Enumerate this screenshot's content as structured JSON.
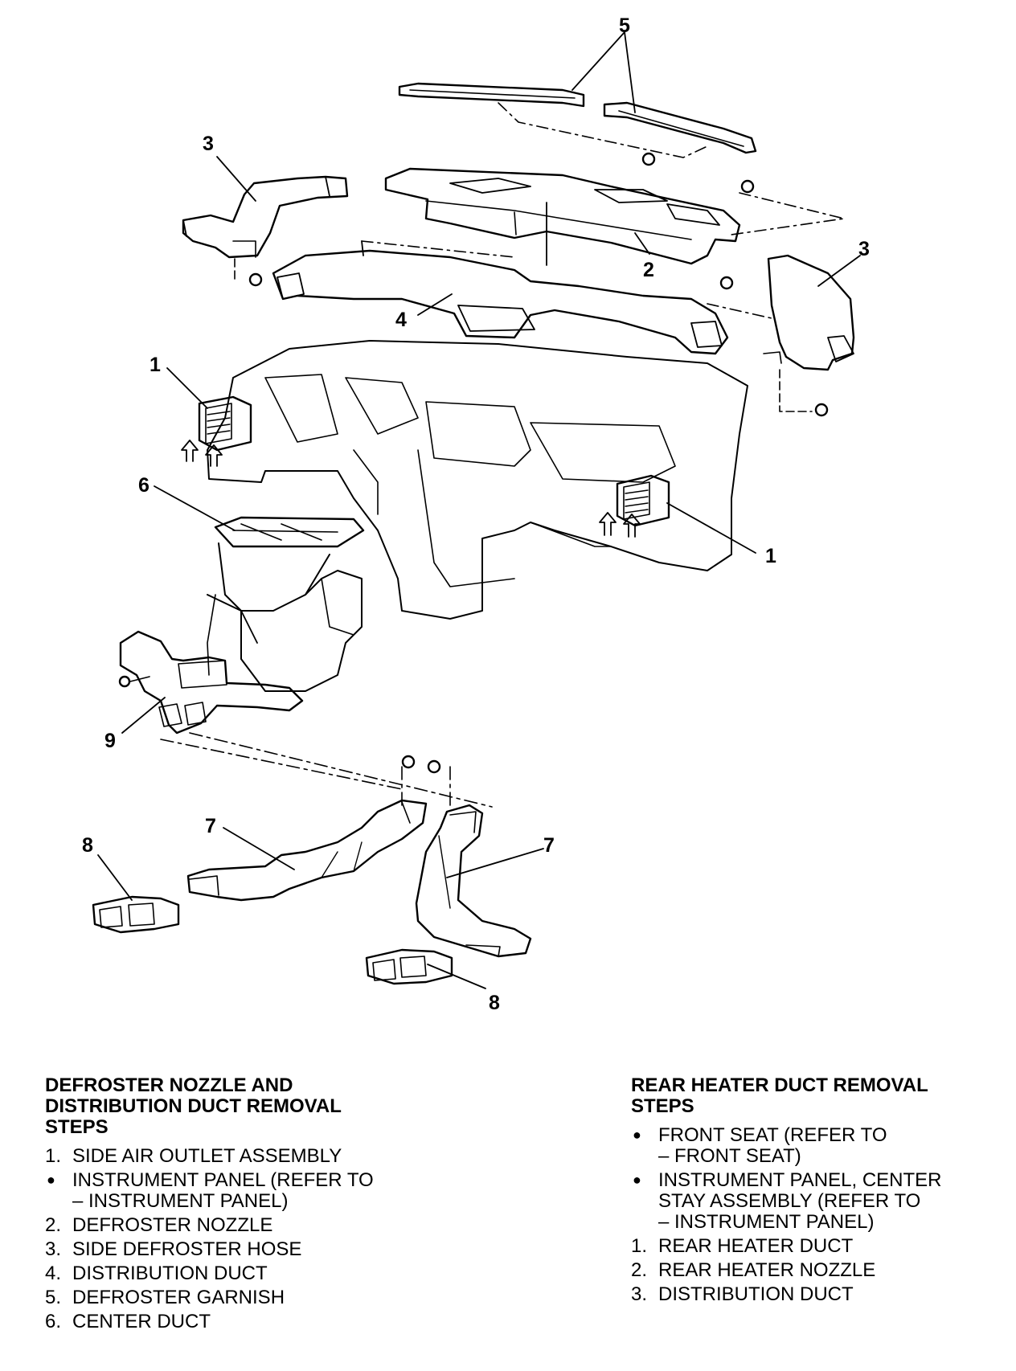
{
  "callouts": [
    {
      "id": "c5",
      "label": "5"
    },
    {
      "id": "c3a",
      "label": "3"
    },
    {
      "id": "c3b",
      "label": "3"
    },
    {
      "id": "c2",
      "label": "2"
    },
    {
      "id": "c4",
      "label": "4"
    },
    {
      "id": "c1a",
      "label": "1"
    },
    {
      "id": "c1b",
      "label": "1"
    },
    {
      "id": "c6",
      "label": "6"
    },
    {
      "id": "c9",
      "label": "9"
    },
    {
      "id": "c7a",
      "label": "7"
    },
    {
      "id": "c7b",
      "label": "7"
    },
    {
      "id": "c8a",
      "label": "8"
    },
    {
      "id": "c8b",
      "label": "8"
    }
  ],
  "left_steps": {
    "title": "DEFROSTER NOZZLE AND\nDISTRIBUTION DUCT REMOVAL\nSTEPS",
    "items": [
      {
        "marker": "1.",
        "text": "SIDE AIR OUTLET ASSEMBLY"
      },
      {
        "marker": "bullet",
        "text": "INSTRUMENT PANEL (REFER TO\n– INSTRUMENT PANEL)"
      },
      {
        "marker": "2.",
        "text": "DEFROSTER NOZZLE"
      },
      {
        "marker": "3.",
        "text": "SIDE DEFROSTER HOSE"
      },
      {
        "marker": "4.",
        "text": "DISTRIBUTION DUCT"
      },
      {
        "marker": "5.",
        "text": "DEFROSTER GARNISH"
      },
      {
        "marker": "6.",
        "text": "CENTER DUCT"
      }
    ]
  },
  "right_steps": {
    "title": "REAR HEATER DUCT REMOVAL\nSTEPS",
    "items": [
      {
        "marker": "bullet",
        "text": "FRONT SEAT (REFER TO\n– FRONT SEAT)"
      },
      {
        "marker": "bullet",
        "text": "INSTRUMENT PANEL, CENTER\nSTAY ASSEMBLY (REFER TO\n– INSTRUMENT PANEL)"
      },
      {
        "marker": "1.",
        "text": "REAR HEATER DUCT"
      },
      {
        "marker": "2.",
        "text": "REAR HEATER NOZZLE"
      },
      {
        "marker": "3.",
        "text": "DISTRIBUTION DUCT"
      }
    ]
  }
}
